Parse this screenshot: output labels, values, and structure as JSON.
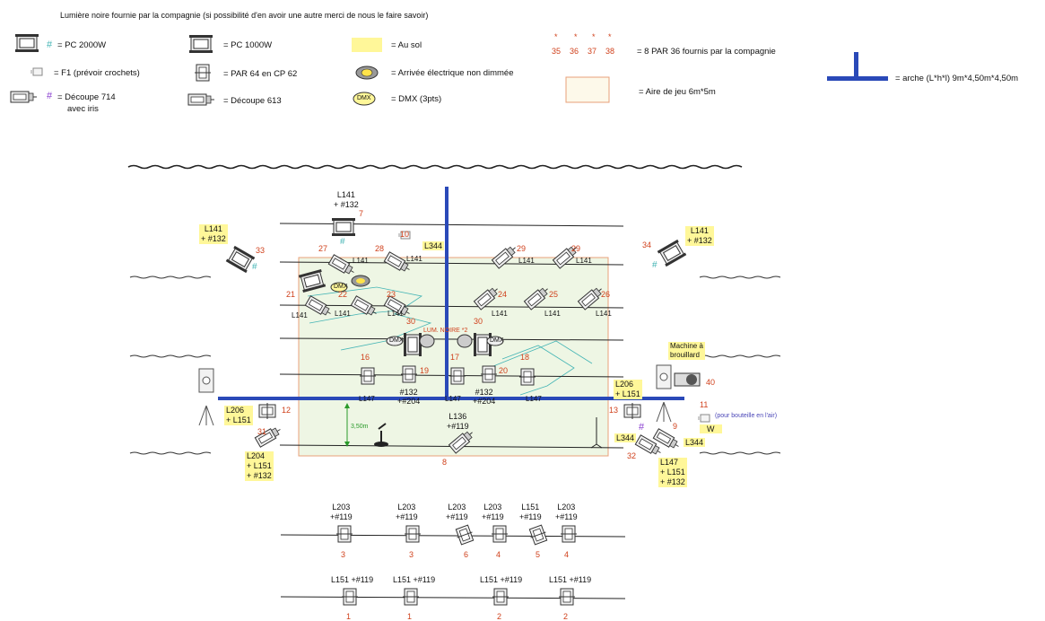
{
  "header": "Lumière noire fournie par la compagnie (si possibilité d'en avoir une autre merci de nous le faire savoir)",
  "legend": {
    "pc2000": "= PC 2000W",
    "pc1000": "= PC 1000W",
    "au_sol": "= Au sol",
    "par36": "= 8 PAR 36 fournis par la compagnie",
    "par36_nums": [
      "35",
      "36",
      "37",
      "38"
    ],
    "arche": "= arche (L*h*l) 9m*4,50m*4,50m",
    "f1": "= F1 (prévoir crochets)",
    "par64": "= PAR 64 en CP 62",
    "elec": "= Arrivée électrique non dimmée",
    "aire": "= Aire de jeu 6m*5m",
    "decoupe714": "= Découpe 714",
    "decoupe714b": "avec iris",
    "decoupe613": "= Découpe 613",
    "dmx": "= DMX (3pts)",
    "dmx_badge": "DMX"
  },
  "stage": {
    "gel_l141_132": [
      "L141",
      "+ #132"
    ],
    "gel_l141": "L141",
    "gel_l344": "L344",
    "gel_l206_151": [
      "L206",
      "+ L151"
    ],
    "gel_l204": [
      "L204",
      "+ L151",
      "+ #132"
    ],
    "gel_l147_set": [
      "L147",
      "+ L151",
      "+ #132"
    ],
    "gel_l147": "L147",
    "gel_132_204": [
      "#132",
      "+#204"
    ],
    "gel_l136": [
      "L136",
      "+#119"
    ],
    "lum_noire": "LUM. NOIRE *2",
    "machine": [
      "Machine à",
      "brouillard"
    ],
    "bouteille": "(pour bouteille en l'air)",
    "w": "W",
    "measure": "3,50m",
    "sharp": "#",
    "nums": {
      "n1": "1",
      "n2": "2",
      "n3": "3",
      "n4": "4",
      "n5": "5",
      "n6": "6",
      "n7": "7",
      "n8": "8",
      "n9": "9",
      "n10": "10",
      "n11": "11",
      "n12": "12",
      "n13": "13",
      "n16": "16",
      "n17": "17",
      "n18": "18",
      "n19": "19",
      "n20": "20",
      "n21": "21",
      "n22": "22",
      "n23": "23",
      "n24": "24",
      "n25": "25",
      "n26": "26",
      "n27": "27",
      "n28": "28",
      "n29": "29",
      "n30": "30",
      "n31": "31",
      "n32": "32",
      "n33": "33",
      "n34": "34",
      "n40": "40"
    }
  },
  "front": {
    "row1": [
      [
        "L203",
        "+#119"
      ],
      [
        "L203",
        "+#119"
      ],
      [
        "L203",
        "+#119"
      ],
      [
        "L203",
        "+#119"
      ],
      [
        "L151",
        "+#119"
      ],
      [
        "L203",
        "+#119"
      ]
    ],
    "row2": [
      "L151 +#119",
      "L151 +#119",
      "L151 +#119",
      "L151 +#119"
    ]
  },
  "colors": {
    "blue_bar": "#2a49b8",
    "stage_fill": "#eef6e4",
    "stage_border": "#e8a07a",
    "num": "#d0411c",
    "highlight": "#fff799",
    "teal": "#45b5b5"
  }
}
